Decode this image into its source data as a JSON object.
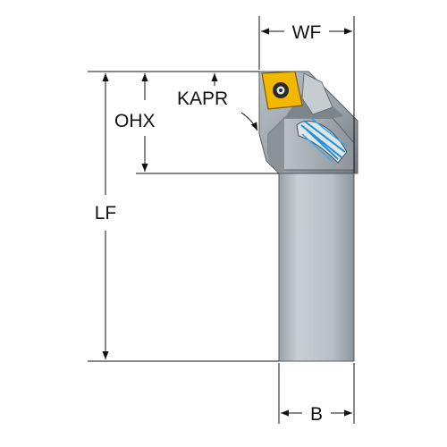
{
  "dimensions": {
    "wf": "WF",
    "kapr": "KAPR",
    "ohx": "OHX",
    "lf": "LF",
    "b": "B"
  },
  "colors": {
    "line": "#111111",
    "shank_light": "#c4c9cf",
    "shank_dark": "#8e959d",
    "head_light": "#aeb5bc",
    "head_dark": "#6f777f",
    "insert": "#f2b800",
    "insert_edge": "#7a5c00",
    "coolant": "#1e8fd8"
  },
  "icons": [
    "insert-screw-icon"
  ]
}
